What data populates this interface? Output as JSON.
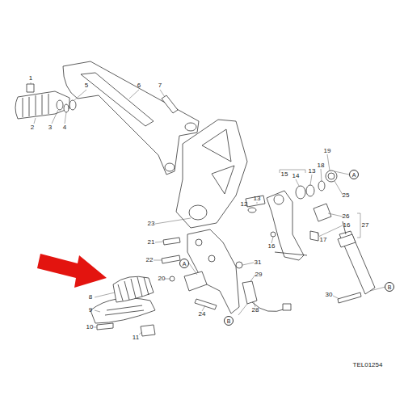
{
  "diagram": {
    "nodes": [
      {
        "text": [
          "A"
        ]
      },
      {
        "text": [
          "A"
        ]
      },
      {
        "text": [
          "B"
        ]
      },
      {
        "text": [
          "B"
        ]
      }
    ],
    "labels": [
      "1",
      "5",
      "6",
      "7",
      "2",
      "3",
      "4",
      "15",
      "14",
      "13",
      "18",
      "19",
      "25",
      "13",
      "12",
      "26",
      "16",
      "27",
      "23",
      "17",
      "16",
      "21",
      "22",
      "31",
      "29",
      "20",
      "8",
      "24",
      "28",
      "9",
      "30",
      "10",
      "11",
      "TEL01254"
    ]
  }
}
